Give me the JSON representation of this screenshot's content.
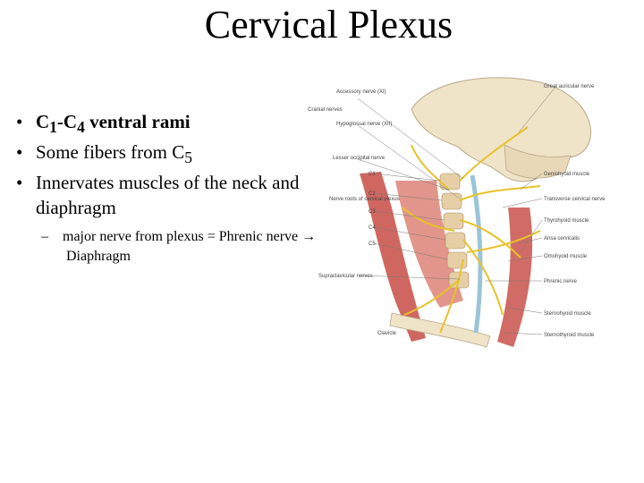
{
  "slide": {
    "title": "Cervical Plexus",
    "bullets": {
      "b1": {
        "bullet": "•",
        "c1": "C",
        "s1": "1",
        "dash": "-",
        "c4": "C",
        "s4": "4",
        "rest": " ventral rami"
      },
      "b2": {
        "bullet": "•",
        "text": "Some fibers from C",
        "sub": "5"
      },
      "b3": {
        "bullet": "•",
        "text": "Innervates muscles of the neck and diaphragm"
      },
      "sub1": {
        "dash": "–",
        "pre": "major nerve from plexus = Phrenic nerve ",
        "arrow": "→",
        "post": " Diaphragm"
      }
    }
  },
  "figure": {
    "labels": {
      "accessory": "Accessory nerve (XI)",
      "cranial": "Cranial nerves",
      "hypoglossal": "Hypoglossal nerve (XII)",
      "lesser_occipital": "Lesser occipital nerve",
      "nerve_roots": "Nerve roots of cervical plexus",
      "c1": "C1",
      "c2": "C2",
      "c3": "C3",
      "c4": "C4",
      "c5": "C5",
      "supraclavicular": "Supraclavicular nerves",
      "clavicle": "Clavicle",
      "great_auricular": "Great auricular nerve",
      "geniohyoid": "Geniohyoid muscle",
      "transverse_cervical": "Transverse cervical nerve",
      "thyrohyoid": "Thyrohyoid muscle",
      "ansa": "Ansa cervicalis",
      "omohyoid": "Omohyoid muscle",
      "phrenic": "Phrenic nerve",
      "sternohyoid": "Sternohyoid muscle",
      "sternothyroid": "Sternothyroid muscle"
    },
    "colors": {
      "nerve": "#e8c22a",
      "muscle": "#c8524a",
      "bone": "#efe3c8",
      "vessel": "#9cc4d8"
    }
  }
}
